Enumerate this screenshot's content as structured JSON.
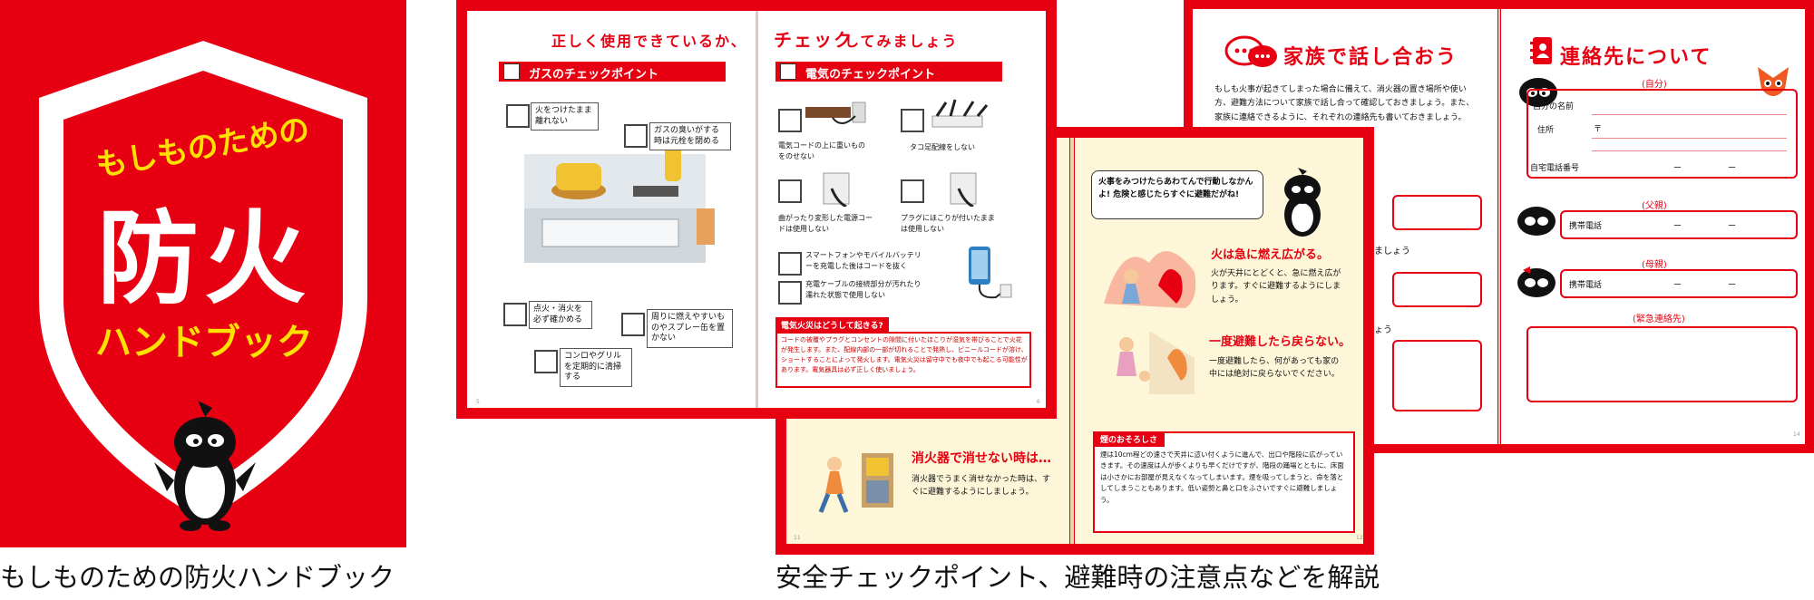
{
  "cover": {
    "title_top": "もしものための",
    "title_main": "防火",
    "title_sub": "ハンドブック",
    "caption": "もしものための防火ハンドブック"
  },
  "spreads": {
    "caption": "安全チェックポイント、避難時の注意点などを解説",
    "spread1": {
      "heading_a": "正しく使用できているか、",
      "heading_b": "チェック",
      "heading_c": "してみましょう",
      "gas_title": "ガスのチェックポイント",
      "elec_title": "電気のチェックポイント",
      "gas_items": [
        "火をつけたまま離れない",
        "ガスの臭いがする時は元栓を閉める",
        "点火・消火を必ず確かめる",
        "周りに燃えやすいものやスプレー缶を置かない",
        "コンロやグリルを定期的に清掃する"
      ],
      "elec_items": [
        "電気コードの上に重いものをのせない",
        "タコ足配線をしない",
        "曲がったり変形した電源コードは使用しない",
        "プラグにほこりが付いたままは使用しない",
        "スマートフォンやモバイルバッテリーを充電した後はコードを抜く",
        "充電ケーブルの接続部分が汚れたり濡れた状態で使用しない"
      ],
      "cause_title": "電気火災はどうして起きる?",
      "cause_text": "コードの被覆やプラグとコンセントの隙間に付いたほこりが湿気を帯びることで火花が発生します。また、配線内部の一部が切れることで発熱し、ビニールコードが溶け、ショートすることによって発火します。電気火災は留守中でも夜中でも起こる可能性があります。電気器具は必ず正しく使いましょう。",
      "page_left": "5",
      "page_right": "6"
    },
    "spread2": {
      "bubble": "火事をみつけたらあわてんで行動しなかんよ! 危険と感じたらすぐに避難だがね!",
      "fire_spread_title": "火は急に燃え広がる。",
      "fire_spread_text": "火が天井にとどくと、急に燃え広がります。すぐに避難するようにしましょう。",
      "no_return_title": "一度避難したら戻らない。",
      "no_return_text": "一度避難したら、何があっても家の中には絶対に戻らないでください。",
      "smoke_title": "煙のおそろしさ",
      "smoke_text": "煙は10cm程どの速さで天井に這い付くように進んで、出口や階段に広がっていきます。その速度は人が歩くよりも早くだけですが、階段の踊場とともに、床面は小さかにお部屋が見えなくなってしまいます。煙を吸ってしまうと、命を落としてしまうこともあります。低い姿勢と鼻と口をふさいですぐに避難しましょう。",
      "extinguish_title": "消火器で消せない時は…",
      "extinguish_text": "消火器でうまく消せなかった時は、すぐに避難するようにしましょう。",
      "page_left": "11",
      "page_right": "12"
    },
    "spread3": {
      "family_title": "家族で話し合おう",
      "family_text": "もしも火事が起きてしまった場合に備えて、消火器の置き場所や使い方、避難方法について家族で話し合って確認しておきましょう。また、家族に連絡できるように、それぞれの連絡先も書いておきましょう。",
      "contact_title": "連絡先について",
      "self": "(自分)",
      "name_label": "自分の名前",
      "address_label": "住所",
      "postal": "〒",
      "home_phone": "自宅電話番号",
      "father": "(父親)",
      "mother": "(母親)",
      "mobile": "携帯電話",
      "emergency": "(緊急連絡先)",
      "dash": "ー",
      "note1": "しましょう",
      "note2": "しょう",
      "page_right": "14"
    }
  },
  "colors": {
    "brand_red": "#e60012",
    "cream": "#fdf6d8",
    "yellow": "#ffe100"
  }
}
